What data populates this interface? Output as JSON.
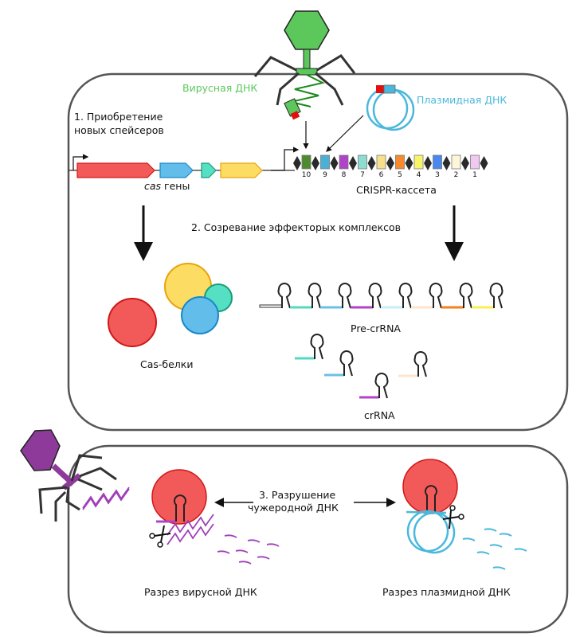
{
  "labels": {
    "viral_dna": "Вирусная ДНК",
    "plasmid_dna": "Плазмидная ДНК",
    "step1_line1": "1. Приобретение",
    "step1_line2": "новых спейсеров",
    "cas_genes_italic": "cas",
    "cas_genes_rest": " гены",
    "crispr_cassette": "CRISPR-кассета",
    "step2": "2. Созревание эффекторых комплексов",
    "cas_proteins": "Cas-белки",
    "pre_crrna": "Pre-crRNA",
    "crrna": "crRNA",
    "step3_line1": "3. Разрушение",
    "step3_line2": "чужеродной ДНК",
    "cut_viral": "Разрез вирусной ДНК",
    "cut_plasmid": "Разрез плазмидной ДНК"
  },
  "colors": {
    "viral_green": "#5cc85c",
    "plasmid_blue": "#4ab8dc",
    "phage_purple": "#8e3a9a",
    "cas_red": "#f25a5a",
    "cas_blue": "#62bdeb",
    "cas_teal": "#55e0c4",
    "cas_yellow": "#fcdc62"
  },
  "spacers": [
    {
      "number": "10",
      "color": "#4e8a2e"
    },
    {
      "number": "9",
      "color": "#4ab0d6"
    },
    {
      "number": "8",
      "color": "#b044c8"
    },
    {
      "number": "7",
      "color": "#8cdcd0"
    },
    {
      "number": "6",
      "color": "#f6e08e"
    },
    {
      "number": "5",
      "color": "#f68a2e"
    },
    {
      "number": "4",
      "color": "#f8f46a"
    },
    {
      "number": "3",
      "color": "#4a88f0"
    },
    {
      "number": "2",
      "color": "#fdf6d8"
    },
    {
      "number": "1",
      "color": "#f0c8f0"
    }
  ],
  "pre_crrna_segments": [
    "#55d8c0",
    "#6cc0e4",
    "#b044c8",
    "#c8ecf8",
    "#fde4cc",
    "#f6801e",
    "#f8f050"
  ]
}
